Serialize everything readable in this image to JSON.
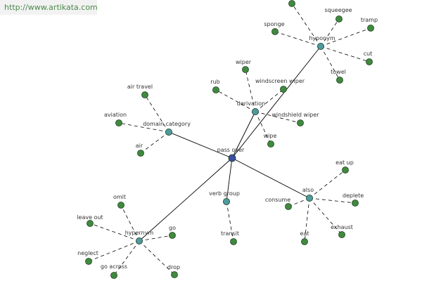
{
  "watermark": "http://www.artikata.com",
  "colors": {
    "center_node": "#3a4f9e",
    "category_node": "#4e9a9e",
    "leaf_node": "#3f8a3f",
    "node_outline": "#1f3f1f",
    "solid_edge": "#000000",
    "dashed_edge": "#000000"
  },
  "nodes": [
    {
      "id": "pass_over",
      "label": "pass over",
      "kind": "center"
    },
    {
      "id": "domain_category",
      "label": "domain category",
      "kind": "category"
    },
    {
      "id": "derivation",
      "label": "derivation",
      "kind": "category"
    },
    {
      "id": "hyponym",
      "label": "hyponym",
      "kind": "category"
    },
    {
      "id": "verb_group",
      "label": "verb group",
      "kind": "category"
    },
    {
      "id": "also",
      "label": "also",
      "kind": "category"
    },
    {
      "id": "hypernym",
      "label": "hypernym",
      "kind": "category"
    },
    {
      "id": "air_travel",
      "label": "air travel",
      "kind": "leaf"
    },
    {
      "id": "aviation",
      "label": "aviation",
      "kind": "leaf"
    },
    {
      "id": "air",
      "label": "air",
      "kind": "leaf"
    },
    {
      "id": "wiper",
      "label": "wiper",
      "kind": "leaf"
    },
    {
      "id": "rub",
      "label": "rub",
      "kind": "leaf"
    },
    {
      "id": "windscreen_wiper",
      "label": "windscreen wiper",
      "kind": "leaf"
    },
    {
      "id": "windshield_wiper",
      "label": "windshield wiper",
      "kind": "leaf"
    },
    {
      "id": "wipe",
      "label": "wipe",
      "kind": "leaf"
    },
    {
      "id": "hyp_top",
      "label": "",
      "kind": "leaf"
    },
    {
      "id": "squeegee",
      "label": "squeegee",
      "kind": "leaf"
    },
    {
      "id": "sponge",
      "label": "sponge",
      "kind": "leaf"
    },
    {
      "id": "tramp",
      "label": "tramp",
      "kind": "leaf"
    },
    {
      "id": "cut",
      "label": "cut",
      "kind": "leaf"
    },
    {
      "id": "towel",
      "label": "towel",
      "kind": "leaf"
    },
    {
      "id": "transit",
      "label": "transit",
      "kind": "leaf"
    },
    {
      "id": "eat_up",
      "label": "eat up",
      "kind": "leaf"
    },
    {
      "id": "consume",
      "label": "consume",
      "kind": "leaf"
    },
    {
      "id": "deplete",
      "label": "deplete",
      "kind": "leaf"
    },
    {
      "id": "exhaust",
      "label": "exhaust",
      "kind": "leaf"
    },
    {
      "id": "eat",
      "label": "eat",
      "kind": "leaf"
    },
    {
      "id": "omit",
      "label": "omit",
      "kind": "leaf"
    },
    {
      "id": "leave_out",
      "label": "leave out",
      "kind": "leaf"
    },
    {
      "id": "go",
      "label": "go",
      "kind": "leaf"
    },
    {
      "id": "neglect",
      "label": "neglect",
      "kind": "leaf"
    },
    {
      "id": "go_across",
      "label": "go across",
      "kind": "leaf"
    },
    {
      "id": "drop",
      "label": "drop",
      "kind": "leaf"
    }
  ],
  "edges": [
    {
      "from": "pass_over",
      "to": "domain_category",
      "style": "solid"
    },
    {
      "from": "pass_over",
      "to": "derivation",
      "style": "solid"
    },
    {
      "from": "pass_over",
      "to": "hyponym",
      "style": "solid"
    },
    {
      "from": "pass_over",
      "to": "verb_group",
      "style": "solid"
    },
    {
      "from": "pass_over",
      "to": "also",
      "style": "solid"
    },
    {
      "from": "pass_over",
      "to": "hypernym",
      "style": "solid"
    },
    {
      "from": "domain_category",
      "to": "air_travel",
      "style": "dashed"
    },
    {
      "from": "domain_category",
      "to": "aviation",
      "style": "dashed"
    },
    {
      "from": "domain_category",
      "to": "air",
      "style": "dashed"
    },
    {
      "from": "derivation",
      "to": "wiper",
      "style": "dashed"
    },
    {
      "from": "derivation",
      "to": "rub",
      "style": "dashed"
    },
    {
      "from": "derivation",
      "to": "windscreen_wiper",
      "style": "dashed"
    },
    {
      "from": "derivation",
      "to": "windshield_wiper",
      "style": "dashed"
    },
    {
      "from": "derivation",
      "to": "wipe",
      "style": "dashed"
    },
    {
      "from": "hyponym",
      "to": "hyp_top",
      "style": "dashed"
    },
    {
      "from": "hyponym",
      "to": "squeegee",
      "style": "dashed"
    },
    {
      "from": "hyponym",
      "to": "sponge",
      "style": "dashed"
    },
    {
      "from": "hyponym",
      "to": "tramp",
      "style": "dashed"
    },
    {
      "from": "hyponym",
      "to": "cut",
      "style": "dashed"
    },
    {
      "from": "hyponym",
      "to": "towel",
      "style": "dashed"
    },
    {
      "from": "verb_group",
      "to": "transit",
      "style": "dashed"
    },
    {
      "from": "also",
      "to": "eat_up",
      "style": "dashed"
    },
    {
      "from": "also",
      "to": "consume",
      "style": "dashed"
    },
    {
      "from": "also",
      "to": "deplete",
      "style": "dashed"
    },
    {
      "from": "also",
      "to": "exhaust",
      "style": "dashed"
    },
    {
      "from": "also",
      "to": "eat",
      "style": "dashed"
    },
    {
      "from": "hypernym",
      "to": "omit",
      "style": "dashed"
    },
    {
      "from": "hypernym",
      "to": "leave_out",
      "style": "dashed"
    },
    {
      "from": "hypernym",
      "to": "go",
      "style": "dashed"
    },
    {
      "from": "hypernym",
      "to": "neglect",
      "style": "dashed"
    },
    {
      "from": "hypernym",
      "to": "go_across",
      "style": "dashed"
    },
    {
      "from": "hypernym",
      "to": "drop",
      "style": "dashed"
    }
  ]
}
